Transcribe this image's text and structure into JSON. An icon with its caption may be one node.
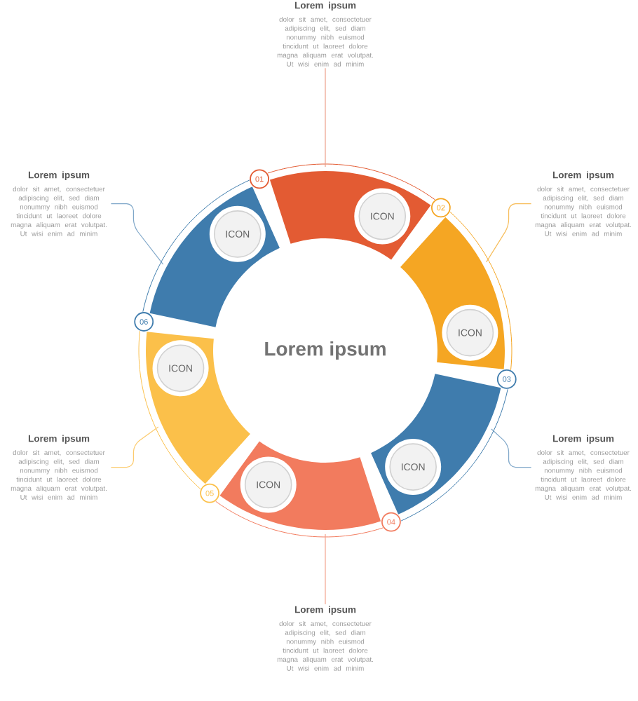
{
  "diagram": {
    "nodes": [
      {
        "text": [
          "ICON",
          "01"
        ]
      },
      {
        "text": [
          "ICON",
          "02"
        ]
      },
      {
        "text": [
          "ICON",
          "03"
        ]
      },
      {
        "text": [
          "ICON",
          "04"
        ]
      },
      {
        "text": [
          "ICON",
          "05"
        ]
      },
      {
        "text": [
          "ICON",
          "06"
        ]
      },
      {
        "text": [
          "Lorem ipsum",
          "dolor sit amet, consectetuer adipiscing elit, sed diam nonummy nibh euismod tincidunt ut laoreet dolore magna aliquam erat volutpat. Ut wisi enim ad minim"
        ]
      },
      {
        "text": [
          "Lorem ipsum",
          "dolor sit amet, consectetuer adipiscing elit, sed diam nonummy nibh euismod tincidunt ut laoreet dolore magna aliquam erat volutpat. Ut wisi enim ad minim"
        ]
      },
      {
        "text": [
          "Lorem ipsum",
          "dolor sit amet, consectetuer adipiscing elit, sed diam nonummy nibh euismod tincidunt ut laoreet dolore magna aliquam erat volutpat. Ut wisi enim ad minim"
        ]
      },
      {
        "text": [
          "Lorem ipsum",
          "dolor sit amet, consectetuer adipiscing elit, sed diam nonummy nibh euismod tincidunt ut laoreet dolore magna aliquam erat volutpat. Ut wisi enim ad minim"
        ]
      },
      {
        "text": [
          "Lorem ipsum",
          "dolor sit amet, consectetuer adipiscing elit, sed diam nonummy nibh euismod tincidunt ut laoreet dolore magna aliquam erat volutpat. Ut wisi enim ad minim"
        ]
      },
      {
        "text": [
          "Lorem ipsum",
          "dolor sit amet, consectetuer adipiscing elit, sed diam nonummy nibh euismod tincidunt ut laoreet dolore magna aliquam erat volutpat. Ut wisi enim ad minim"
        ]
      }
    ],
    "edges": [
      {
        "from": 6,
        "to": 0,
        "arrow": "none",
        "color": "#ec9f8a"
      },
      {
        "from": 7,
        "to": 5,
        "arrow": "none",
        "color": "#7fa7c9"
      },
      {
        "from": 8,
        "to": 1,
        "arrow": "none",
        "color": "#f7bd5a"
      },
      {
        "from": 9,
        "to": 4,
        "arrow": "none",
        "color": "#fccb6e"
      },
      {
        "from": 10,
        "to": 2,
        "arrow": "none",
        "color": "#7fa7c9"
      },
      {
        "from": 11,
        "to": 3,
        "arrow": "none",
        "color": "#f3a48f"
      }
    ],
    "labels": [
      "Lorem ipsum"
    ]
  }
}
